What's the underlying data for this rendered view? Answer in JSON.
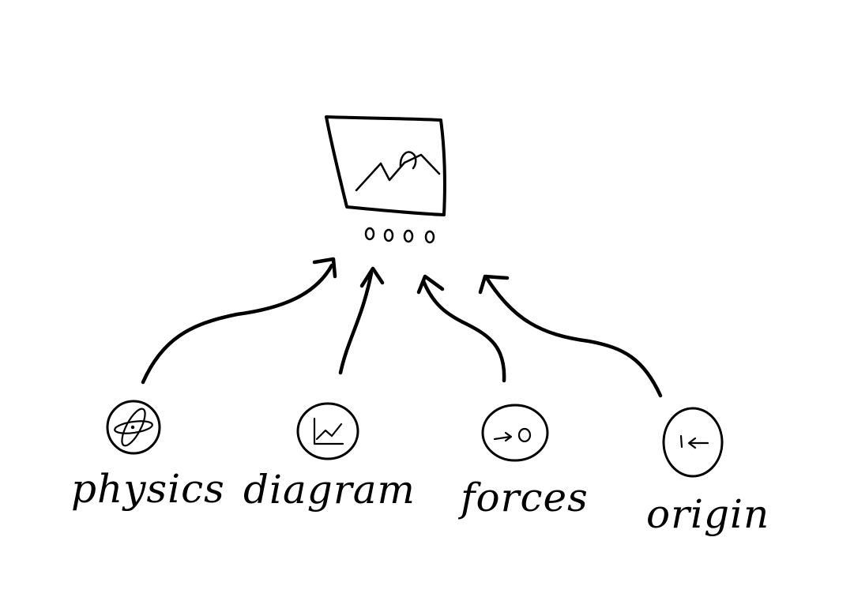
{
  "diagram": {
    "central_node": {
      "icon": "image-icon",
      "page_indicator_count": 4
    },
    "nodes": [
      {
        "id": "physics",
        "label": "physics",
        "icon": "atom-icon"
      },
      {
        "id": "diagram",
        "label": "diagram",
        "icon": "line-chart-icon"
      },
      {
        "id": "forces",
        "label": "forces",
        "icon": "force-arrow-icon"
      },
      {
        "id": "origin",
        "label": "origin",
        "icon": "arrow-to-origin-icon"
      }
    ],
    "edges": [
      {
        "from": "physics",
        "to": "central_node"
      },
      {
        "from": "diagram",
        "to": "central_node"
      },
      {
        "from": "forces",
        "to": "central_node"
      },
      {
        "from": "origin",
        "to": "central_node"
      }
    ]
  }
}
